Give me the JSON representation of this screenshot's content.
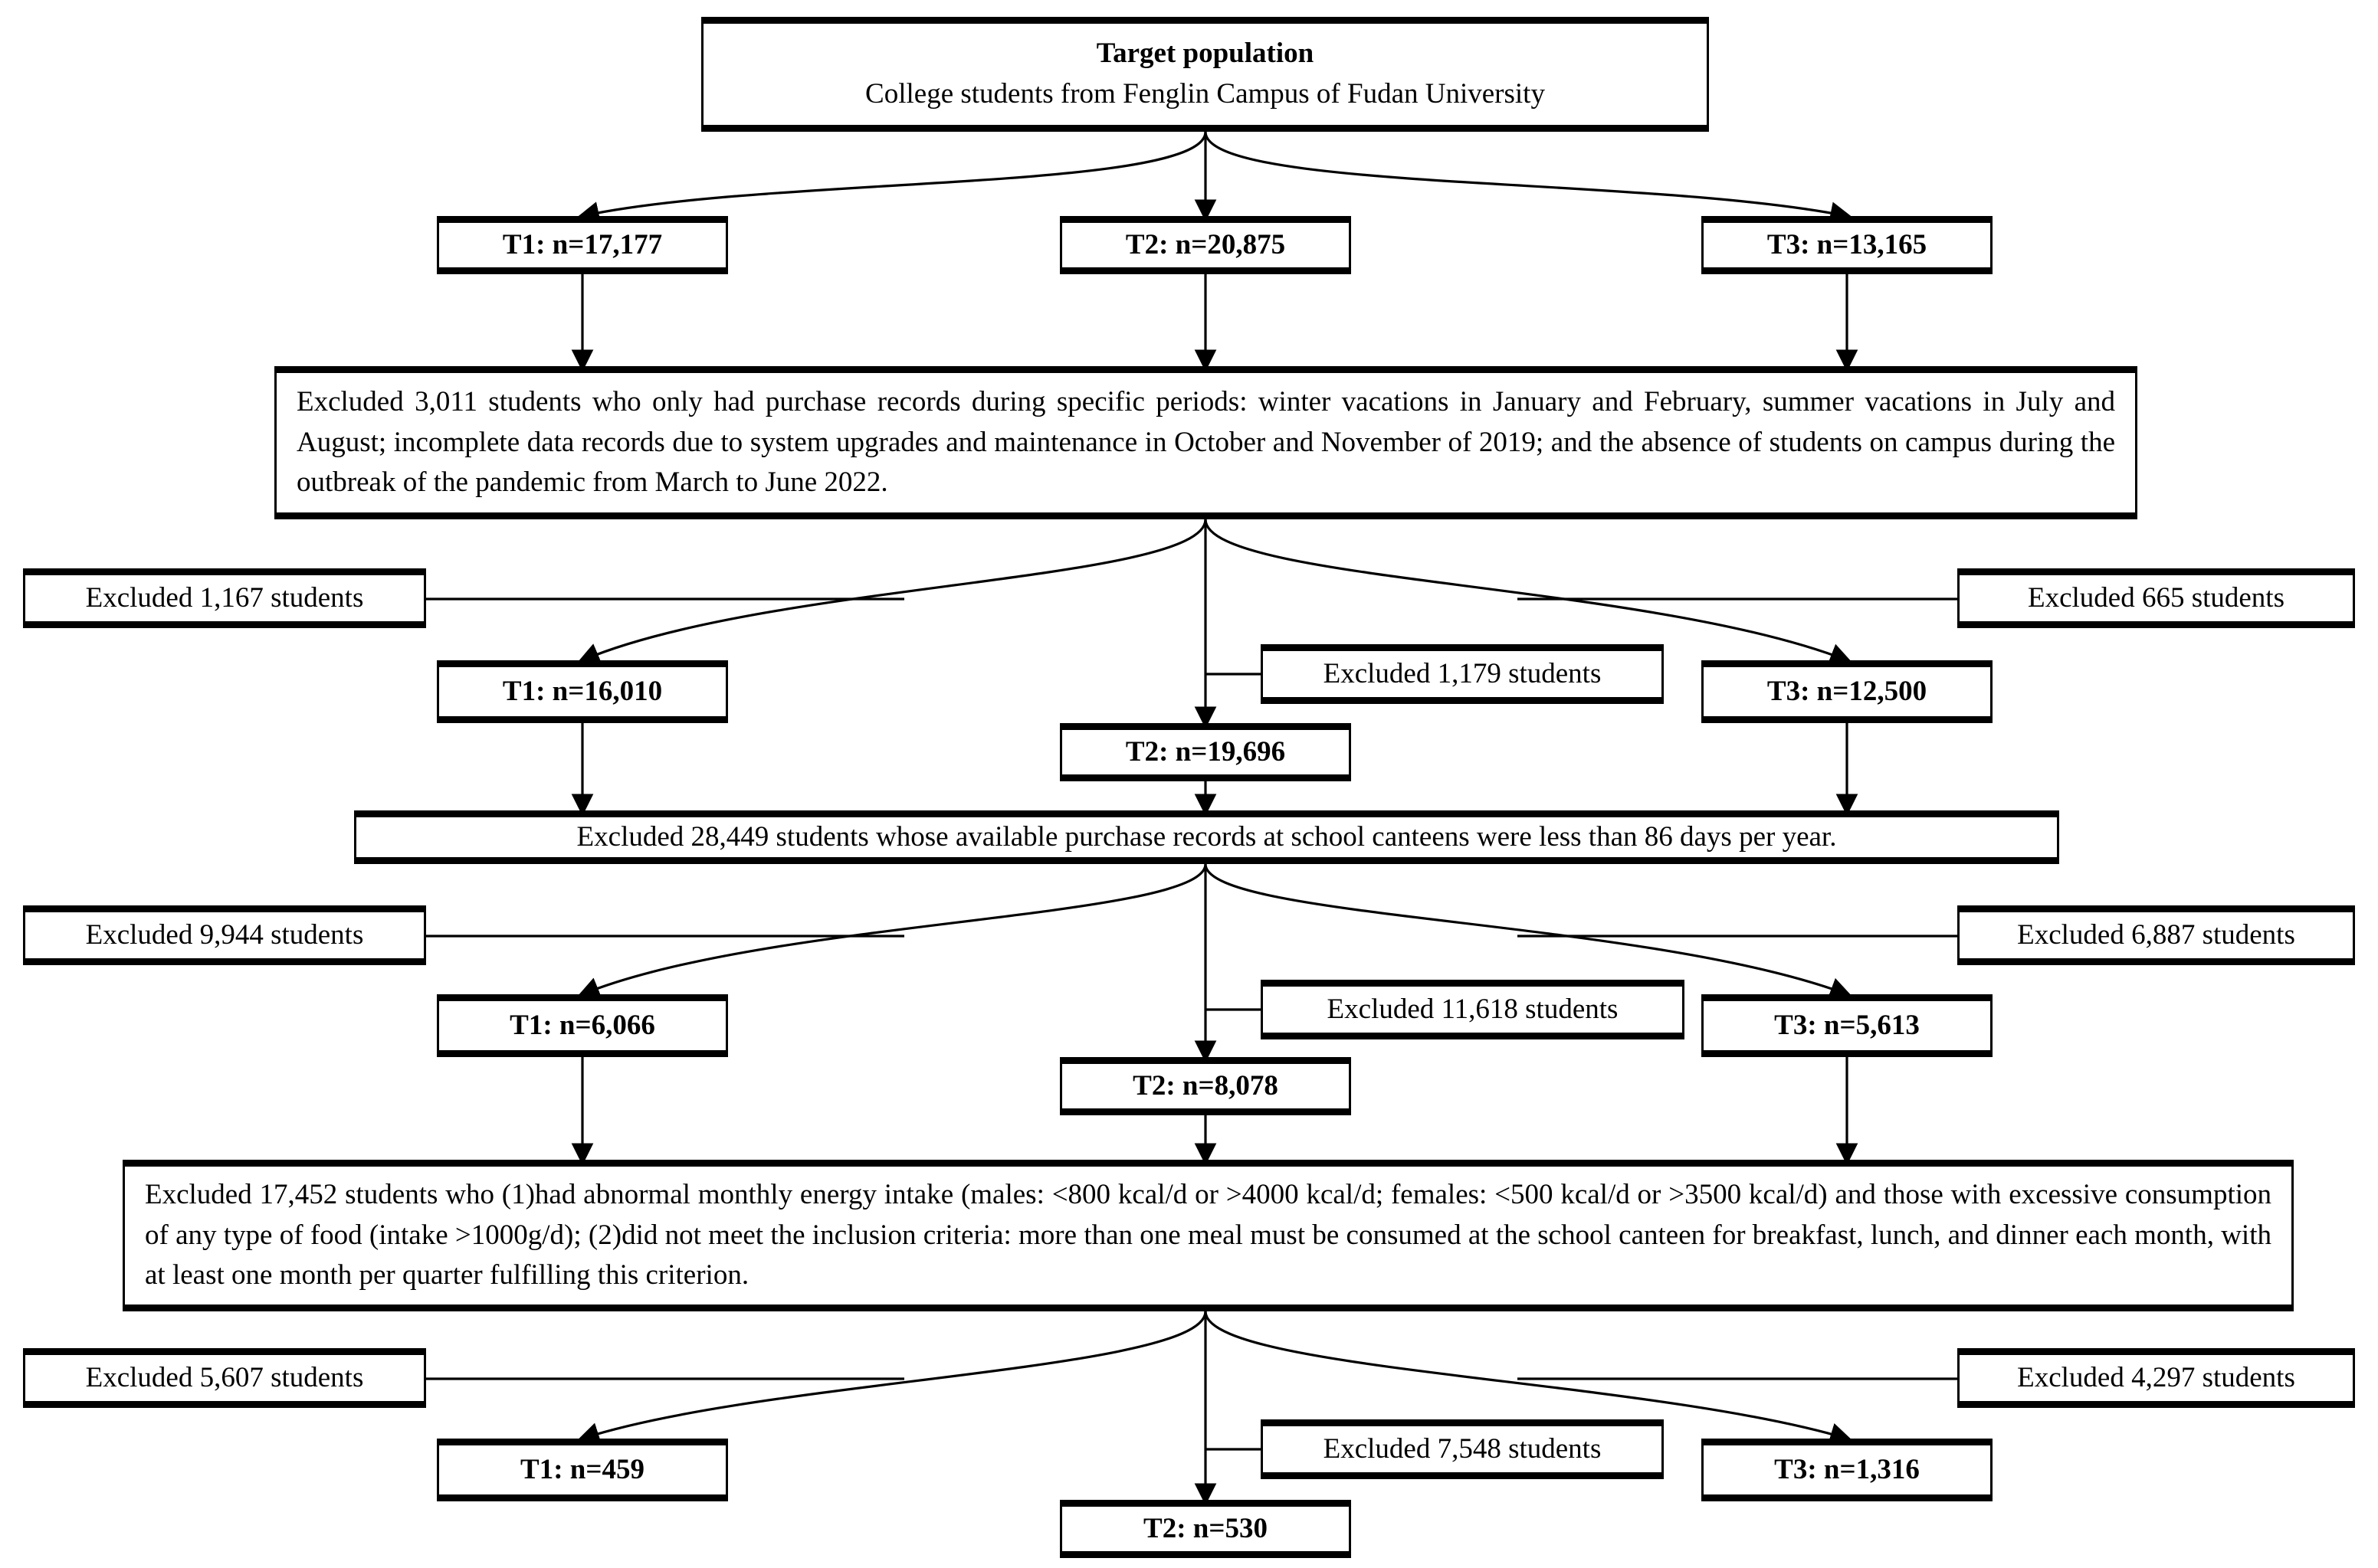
{
  "figure": {
    "type": "flowchart",
    "subject": "Study participant selection flow diagram",
    "colors": {
      "background": "#ffffff",
      "stroke": "#000000",
      "box_fill": "#ffffff"
    }
  },
  "nodes": {
    "target": {
      "title": "Target population",
      "subtitle": "College students from Fenglin Campus of Fudan University"
    },
    "level1": {
      "t1": "T1: n=17,177",
      "t2": "T2: n=20,875",
      "t3": "T3: n=13,165"
    },
    "exclusion1": "Excluded 3,011 students who only had purchase records during specific periods: winter vacations in January and February, summer vacations in July and August; incomplete data records due to system upgrades and maintenance in October and November of 2019; and the absence of students on campus during the outbreak of the pandemic from March to June 2022.",
    "level2": {
      "excl_t1": "Excluded 1,167 students",
      "excl_t2": "Excluded 1,179 students",
      "excl_t3": "Excluded 665 students",
      "t1": "T1: n=16,010",
      "t2": "T2: n=19,696",
      "t3": "T3: n=12,500"
    },
    "exclusion2": "Excluded 28,449 students whose available purchase records at school canteens were less than 86 days per year.",
    "level3": {
      "excl_t1": "Excluded 9,944 students",
      "excl_t2": "Excluded 11,618 students",
      "excl_t3": "Excluded 6,887 students",
      "t1": "T1: n=6,066",
      "t2": "T2: n=8,078",
      "t3": "T3: n=5,613"
    },
    "exclusion3": "Excluded 17,452 students who (1)had abnormal monthly energy intake (males: <800 kcal/d or >4000 kcal/d; females: <500 kcal/d or >3500 kcal/d) and those with excessive consumption of any type of food (intake >1000g/d); (2)did not meet the inclusion criteria: more than one meal must be consumed at the school canteen for breakfast, lunch, and dinner each month, with at least one month per quarter fulfilling this criterion.",
    "level4": {
      "excl_t1": "Excluded 5,607 students",
      "excl_t2": "Excluded 7,548 students",
      "excl_t3": "Excluded 4,297 students",
      "t1": "T1: n=459",
      "t2": "T2: n=530",
      "t3": "T3: n=1,316"
    }
  }
}
